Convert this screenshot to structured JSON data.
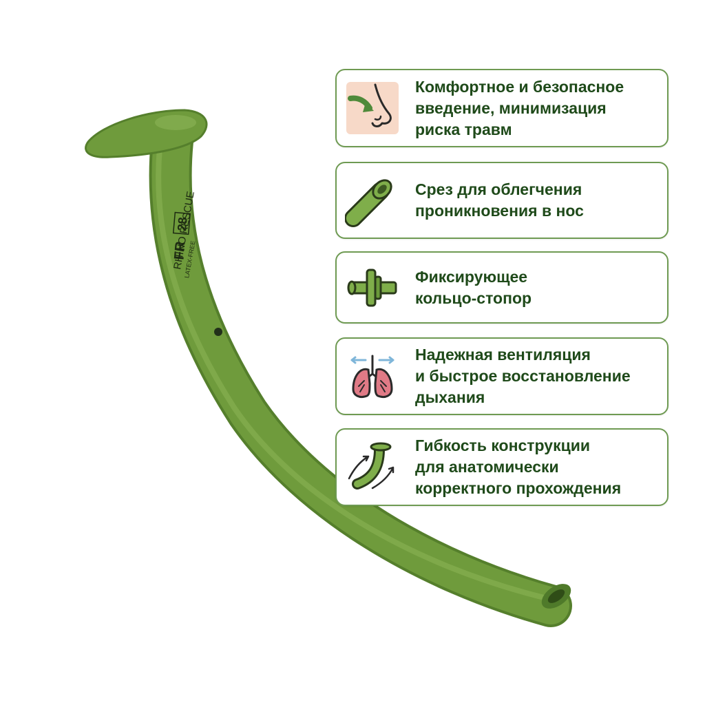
{
  "product": {
    "brand_print": "RHINO RESCUE",
    "size_print": "28",
    "unit_print": "FR",
    "material_print": "LATEX-FREE"
  },
  "features": [
    {
      "icon": "nose-insertion-icon",
      "text": "Комфортное и безопасное\nвведение, минимизация\nриска травм"
    },
    {
      "icon": "bevel-tip-icon",
      "text": "Срез для облегчения\nпроникновения в нос"
    },
    {
      "icon": "stopper-ring-icon",
      "text": "Фиксирующее\nкольцо-стопор"
    },
    {
      "icon": "lungs-icon",
      "text": "Надежная вентиляция\nи быстрое восстановление\nдыхания"
    },
    {
      "icon": "flexible-tube-icon",
      "text": "Гибкость конструкции\nдля анатомически\nкорректного прохождения"
    }
  ],
  "colors": {
    "tube": "#6f9b3c",
    "tube_dark": "#4f7a2a",
    "card_border": "#6e9a52",
    "text": "#1f4a1a",
    "icon_bg": "#f7d9c8",
    "lung": "#e07a86",
    "air": "#7fb6d9"
  }
}
